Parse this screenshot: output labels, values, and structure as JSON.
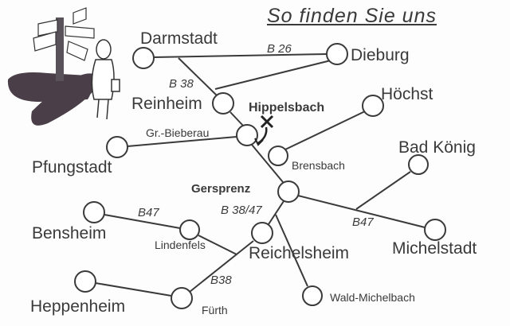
{
  "title": "So finden Sie uns",
  "destination": "Hippelsbach",
  "places": {
    "darmstadt": "Darmstadt",
    "dieburg": "Dieburg",
    "reinheim": "Reinheim",
    "hoechst": "Höchst",
    "gr_bieberau": "Gr.-Bieberau",
    "pfungstadt": "Pfungstadt",
    "brensbach": "Brensbach",
    "bad_koenig": "Bad König",
    "gersprenz": "Gersprenz",
    "bensheim": "Bensheim",
    "lindenfels": "Lindenfels",
    "reichelsheim": "Reichelsheim",
    "michelstadt": "Michelstadt",
    "heppenheim": "Heppenheim",
    "fuerth": "Fürth",
    "wald_michelbach": "Wald-Michelbach"
  },
  "roads": {
    "b26": "B 26",
    "b38_north": "B 38",
    "b38_47": "B 38/47",
    "b47_west": "B47",
    "b47_east": "B47",
    "b38_south": "B38"
  },
  "colors": {
    "ink": "#3a3a3a",
    "paper": "#fdfdfd"
  }
}
